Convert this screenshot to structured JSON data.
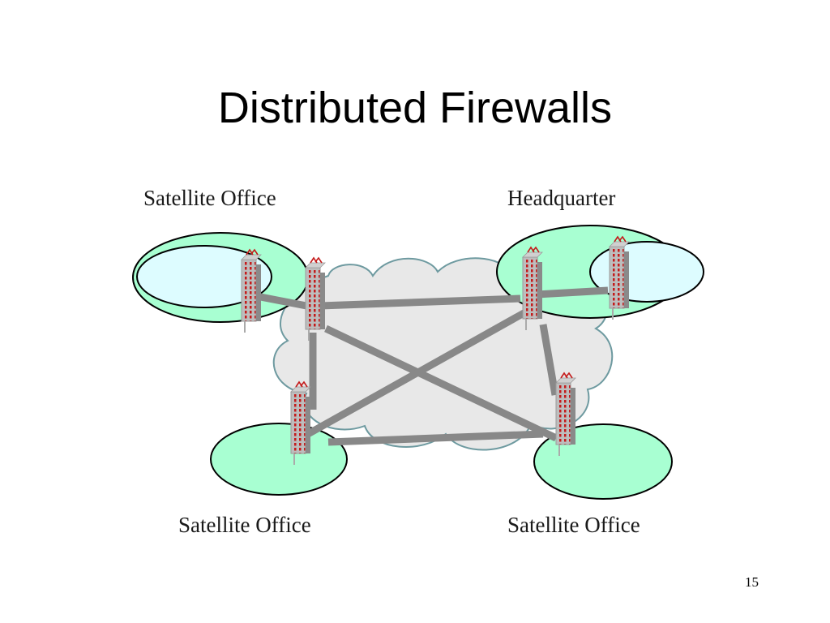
{
  "slide": {
    "title": "Distributed Firewalls",
    "page_number": "15"
  },
  "diagram": {
    "sites": [
      {
        "id": "sat-top-left",
        "label": "Satellite Office"
      },
      {
        "id": "hq",
        "label": "Headquarter"
      },
      {
        "id": "sat-bottom-left",
        "label": "Satellite Office"
      },
      {
        "id": "sat-bottom-right",
        "label": "Satellite Office"
      }
    ],
    "colors": {
      "site_fill": "#a8ffd2",
      "lan_fill": "#ddfcff",
      "cloud_fill": "#e8e8e8",
      "cloud_stroke": "#6e9aa0",
      "link": "#888888",
      "firewall_body": "#bdbdbd",
      "firewall_brick": "#c41a1a"
    }
  }
}
